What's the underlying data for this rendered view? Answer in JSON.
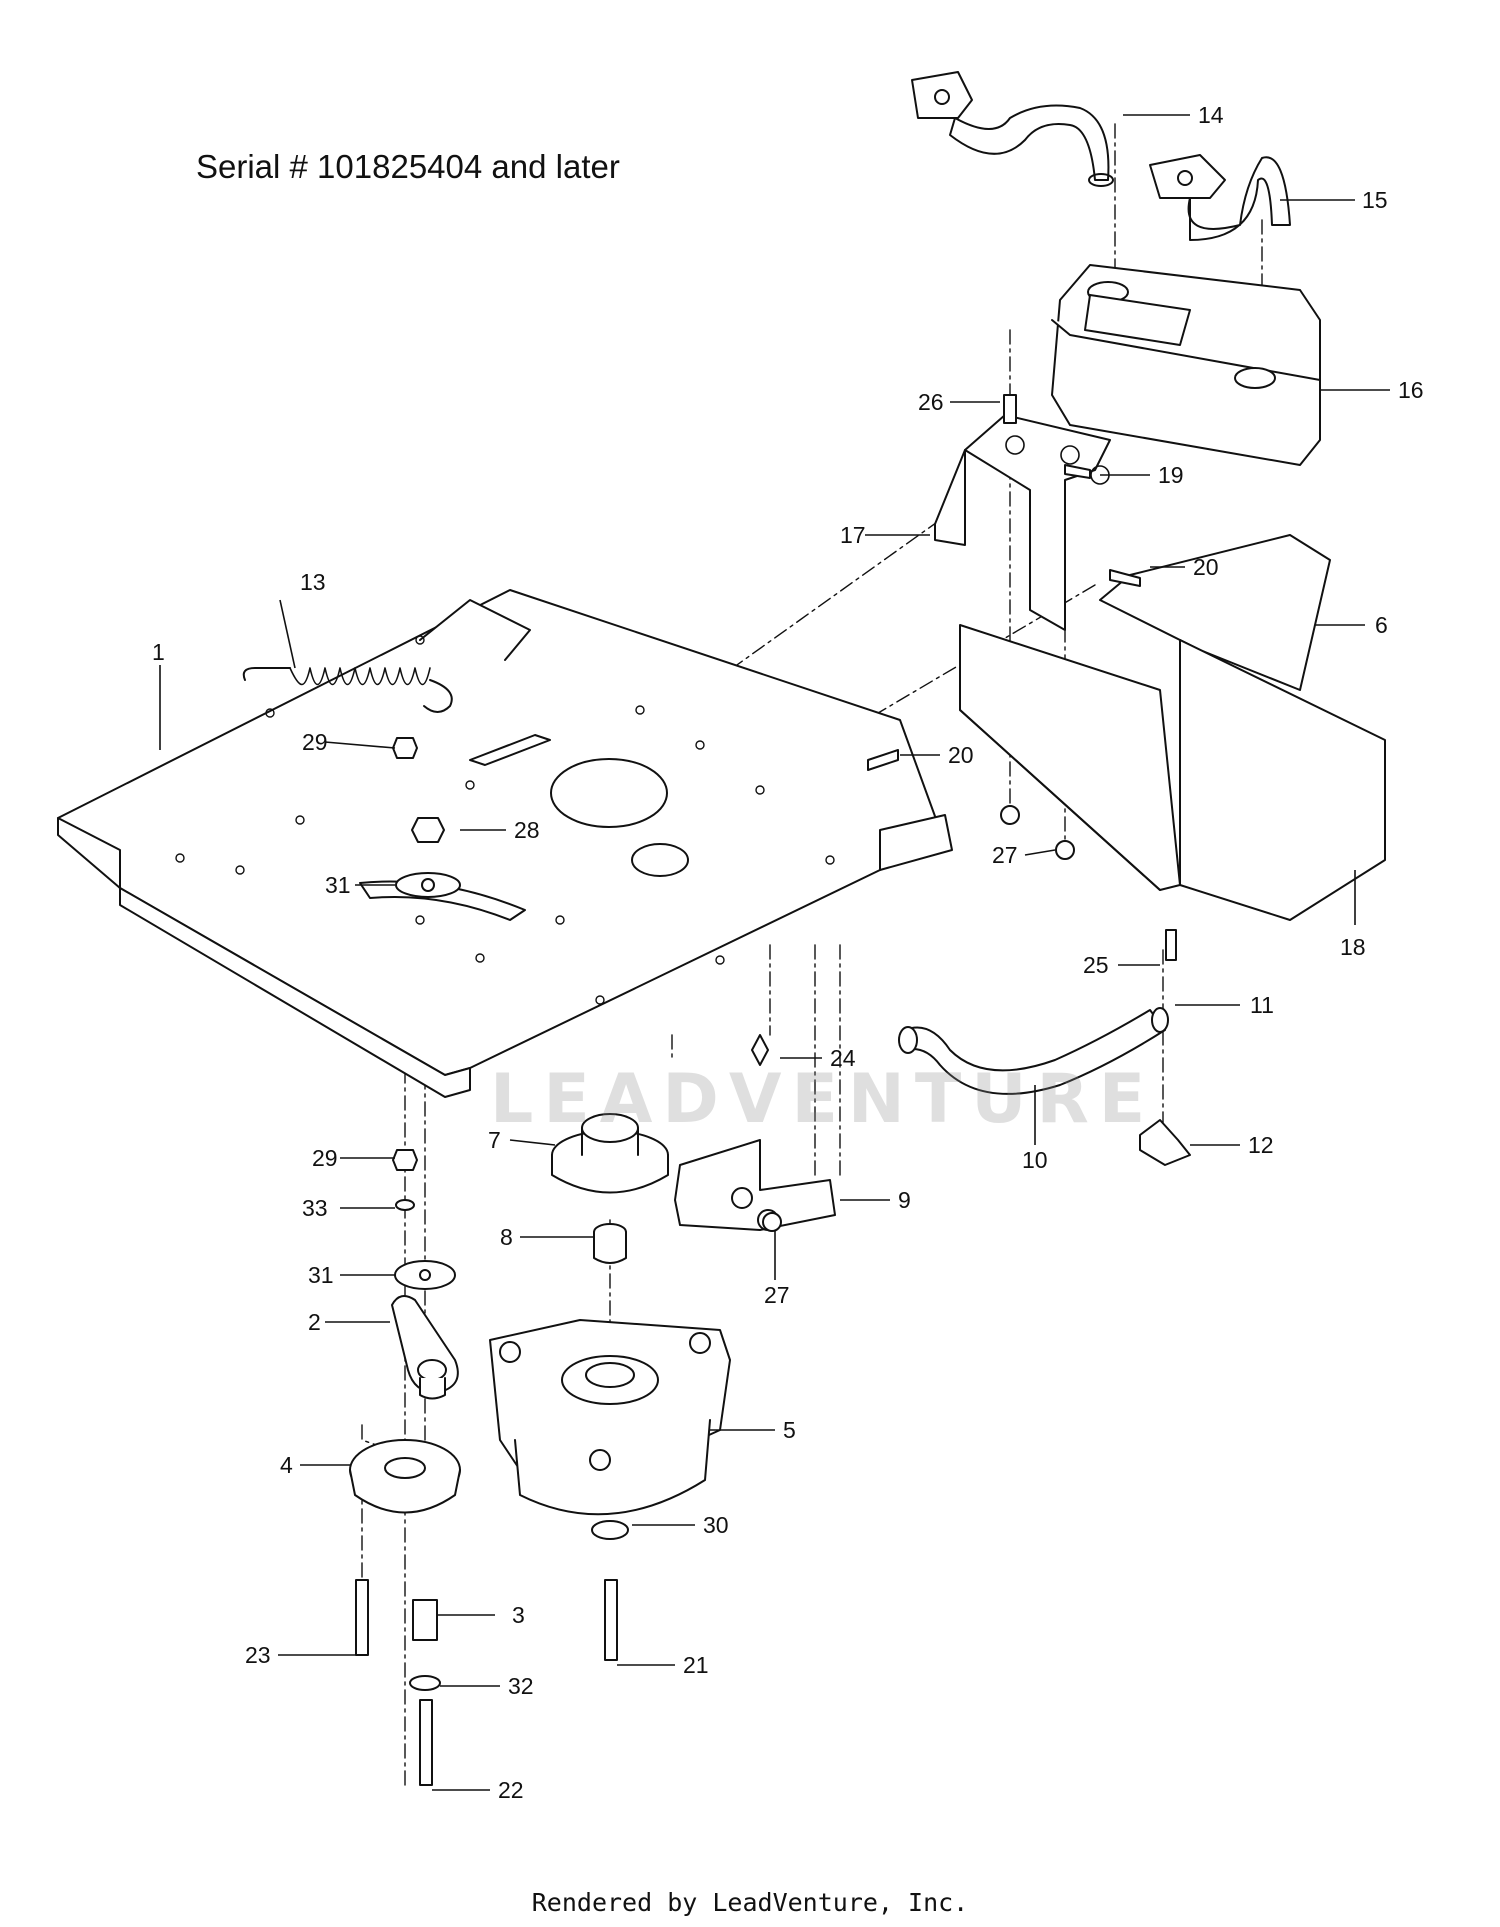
{
  "title": "Serial # 101825404 and later",
  "footer": "Rendered by LeadVenture, Inc.",
  "watermark": "LEADVENTURE",
  "callouts": [
    {
      "label": "1"
    },
    {
      "label": "2"
    },
    {
      "label": "3"
    },
    {
      "label": "4"
    },
    {
      "label": "5"
    },
    {
      "label": "6"
    },
    {
      "label": "7"
    },
    {
      "label": "8"
    },
    {
      "label": "9"
    },
    {
      "label": "10"
    },
    {
      "label": "11"
    },
    {
      "label": "12"
    },
    {
      "label": "13"
    },
    {
      "label": "14"
    },
    {
      "label": "15"
    },
    {
      "label": "16"
    },
    {
      "label": "17"
    },
    {
      "label": "18"
    },
    {
      "label": "19"
    },
    {
      "label": "20"
    },
    {
      "label": "20"
    },
    {
      "label": "21"
    },
    {
      "label": "22"
    },
    {
      "label": "23"
    },
    {
      "label": "24"
    },
    {
      "label": "25"
    },
    {
      "label": "26"
    },
    {
      "label": "27"
    },
    {
      "label": "27"
    },
    {
      "label": "28"
    },
    {
      "label": "29"
    },
    {
      "label": "29"
    },
    {
      "label": "30"
    },
    {
      "label": "31"
    },
    {
      "label": "31"
    },
    {
      "label": "32"
    },
    {
      "label": "33"
    }
  ]
}
